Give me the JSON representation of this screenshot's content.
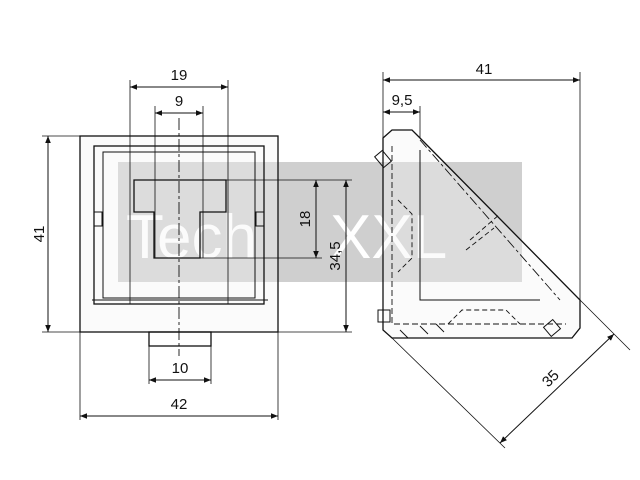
{
  "watermark": {
    "text_left": "Tech",
    "text_right": "XXL",
    "color": "#cfcfcf"
  },
  "front_view": {
    "dim_top_outer": "19",
    "dim_top_inner": "9",
    "dim_inner_height": "18",
    "dim_outer_height": "34,5",
    "dim_left_height": "41",
    "dim_tab_width": "10",
    "dim_total_width": "42"
  },
  "side_view": {
    "dim_total_width": "41",
    "dim_offset": "9,5",
    "dim_diagonal": "35"
  },
  "colors": {
    "line": "#111111",
    "part_fill": "#f4f4f4"
  }
}
